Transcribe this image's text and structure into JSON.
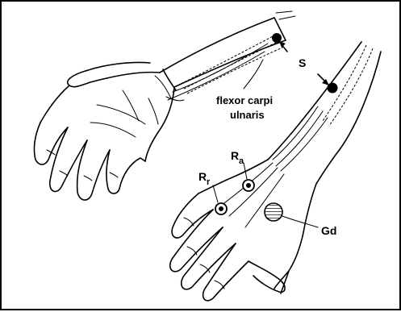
{
  "labels": {
    "muscle_line1": "flexor carpi",
    "muscle_line2": "ulnaris",
    "stim_site": "S",
    "recording_R": "R",
    "recording_r_sub": "r",
    "recording_a_R": "R",
    "recording_a_sub": "a",
    "ground": "Gd"
  }
}
